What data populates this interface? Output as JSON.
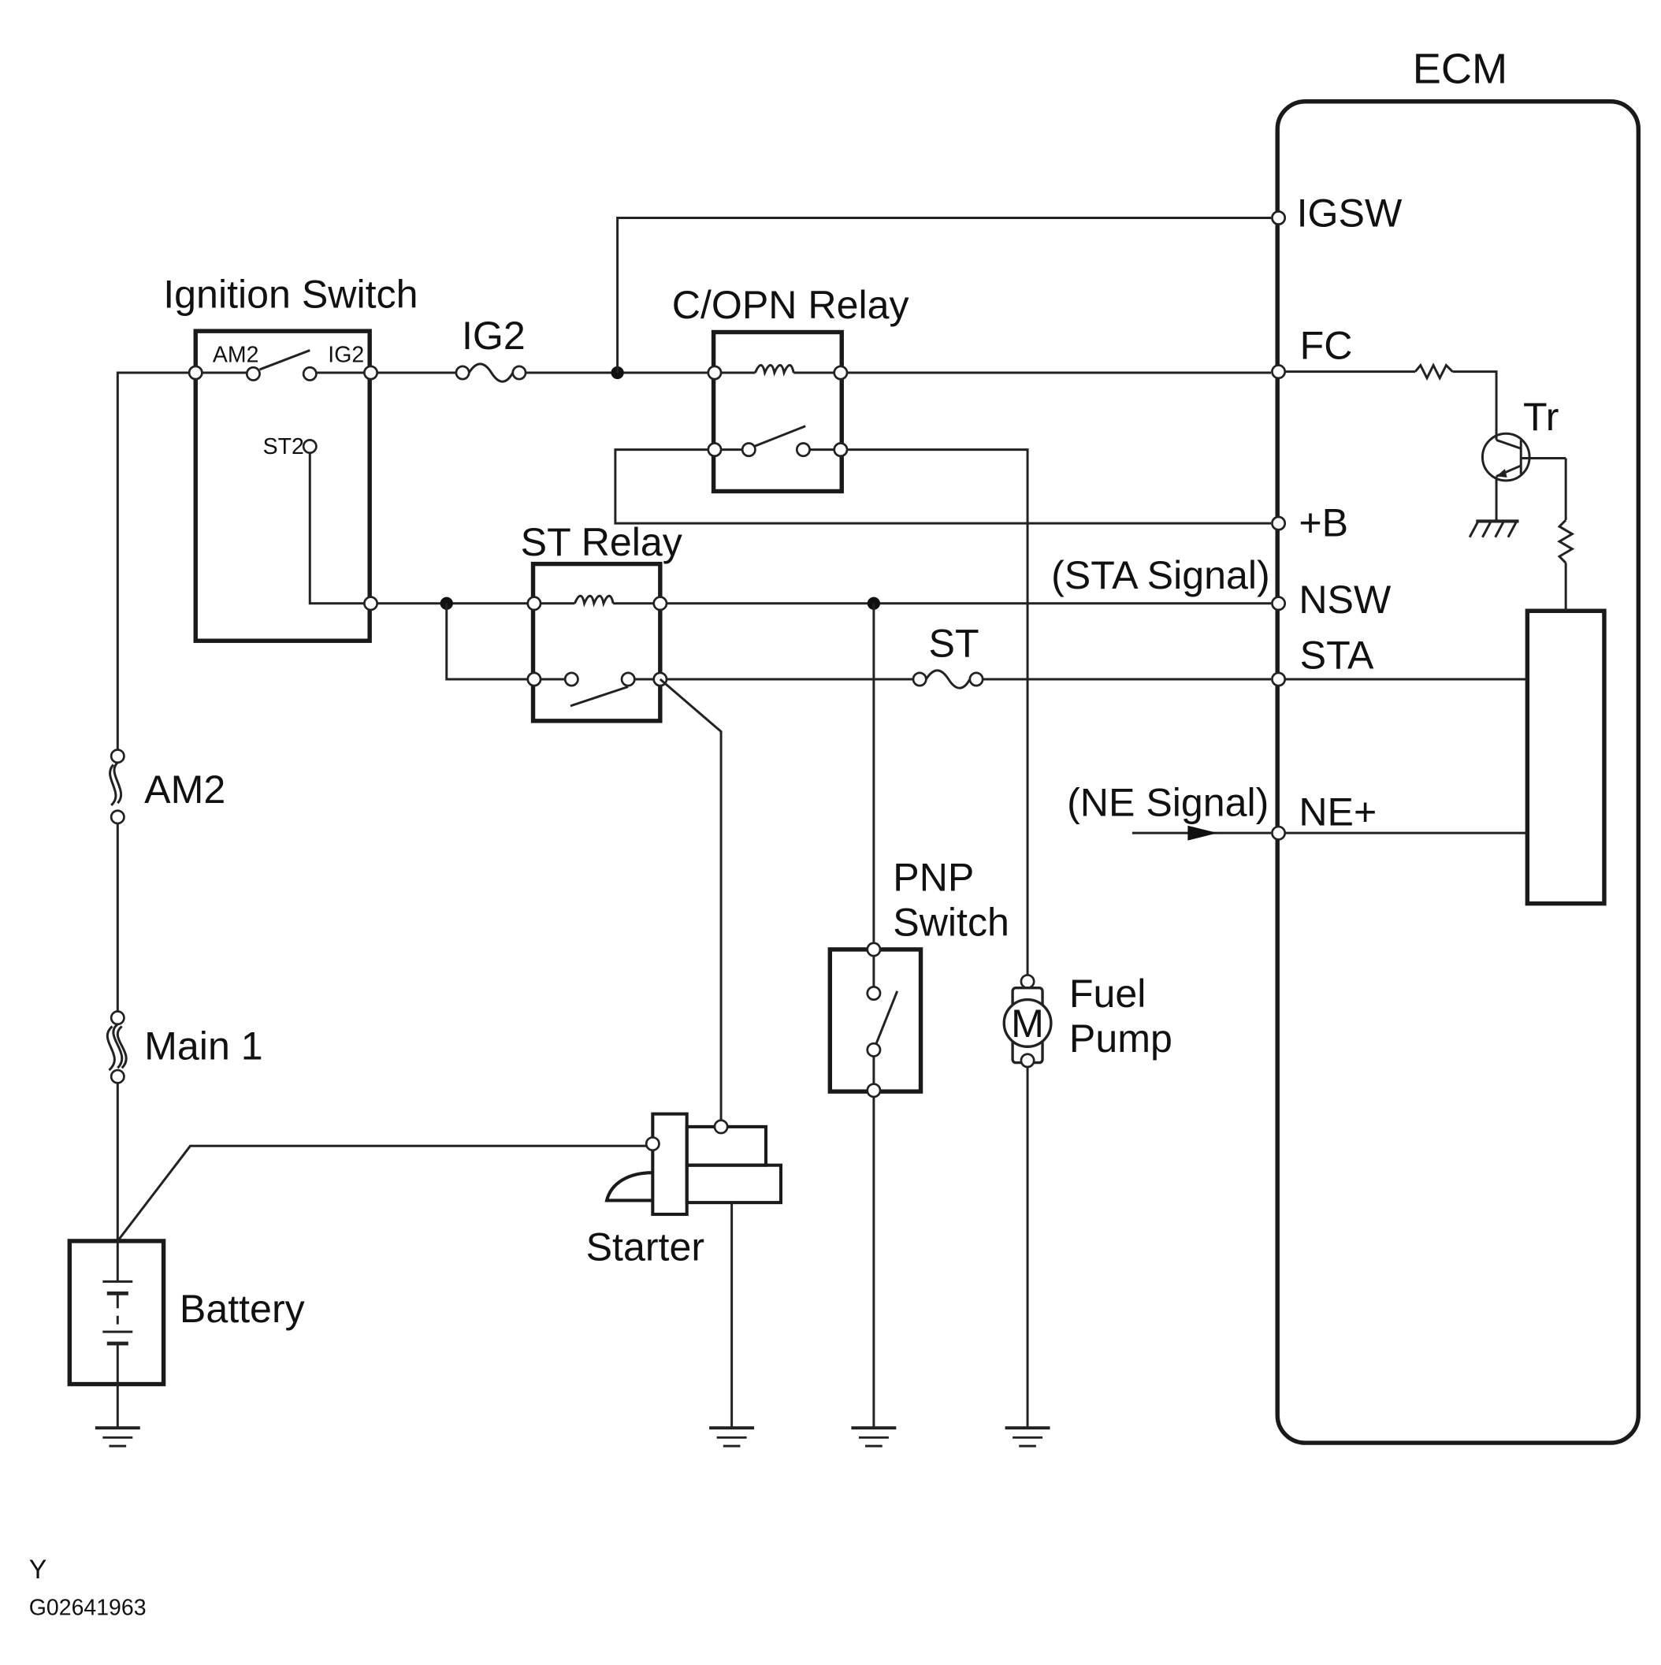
{
  "diagram": {
    "ecm": {
      "label": "ECM",
      "pins": {
        "igsw": "IGSW",
        "fc": "FC",
        "plus_b": "+B",
        "nsw": "NSW",
        "sta": "STA",
        "ne_plus": "NE+"
      },
      "signals": {
        "sta_signal": "(STA Signal)",
        "ne_signal": "(NE Signal)"
      },
      "transistor": "Tr"
    },
    "ignition_switch": {
      "label": "Ignition Switch",
      "am2": "AM2",
      "ig2": "IG2",
      "st2": "ST2"
    },
    "fuses": {
      "ig2": "IG2",
      "st": "ST",
      "am2": "AM2",
      "main1": "Main 1"
    },
    "copn_relay": "C/OPN Relay",
    "st_relay": "ST Relay",
    "pnp_switch": {
      "line1": "PNP",
      "line2": "Switch"
    },
    "fuel_pump": {
      "line1": "Fuel",
      "line2": "Pump",
      "motor_symbol": "M"
    },
    "starter": "Starter",
    "battery": "Battery",
    "footer": {
      "code_letter": "Y",
      "figure_id": "G02641963"
    }
  }
}
